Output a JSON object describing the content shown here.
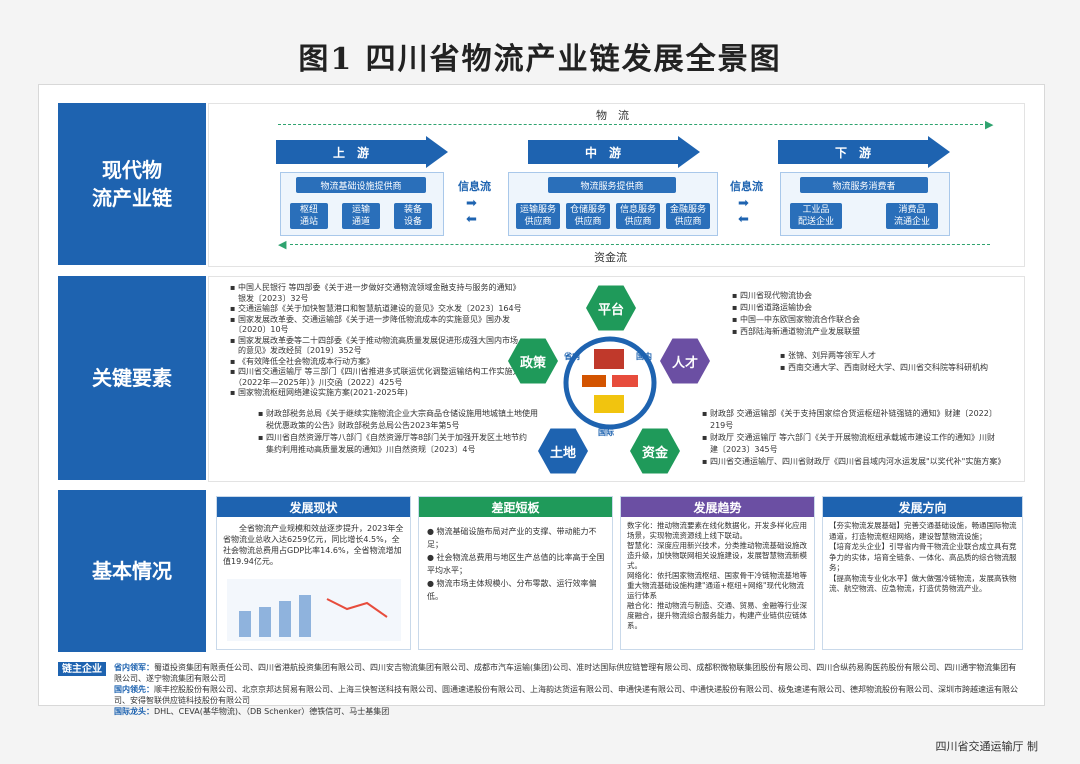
{
  "title": "图1 四川省物流产业链发展全景图",
  "section_labels": {
    "chain": "现代物\n流产业链",
    "factors": "关键要素",
    "basic": "基本情况"
  },
  "flows": {
    "logistics": "物　流",
    "capital": "资金流",
    "info": "信息流"
  },
  "stages": [
    {
      "label": "上　游",
      "header": "物流基础设施提供商",
      "items": [
        "枢纽\n通站",
        "运输\n通道",
        "装备\n设备"
      ]
    },
    {
      "label": "中　游",
      "header": "物流服务提供商",
      "items": [
        "运输服务\n供应商",
        "仓储服务\n供应商",
        "信息服务\n供应商",
        "金融服务\n供应商"
      ]
    },
    {
      "label": "下　游",
      "header": "物流服务消费者",
      "items": [
        "工业品\n配送企业",
        "消费品\n流通企业"
      ]
    }
  ],
  "hex": {
    "platform": "平台",
    "policy": "政策",
    "talent": "人才",
    "land": "土地",
    "capital": "资金"
  },
  "ring": {
    "left": "省内",
    "right": "国内",
    "bottom": "国际"
  },
  "policy_list": [
    "▪ 中国人民银行 等四部委《关于进一步做好交通物流领域金融支持与服务的通知》",
    "　银发〔2023〕32号",
    "▪ 交通运输部《关于加快智慧港口和智慧航道建设的意见》交水发〔2023〕164号",
    "▪ 国家发展改革委、交通运输部《关于进一步降低物流成本的实施意见》国办发",
    "　〔2020〕10号",
    "▪ 国家发展改革委等二十四部委《关于推动物流高质量发展促进形成强大国内市场",
    "　的意见》发改经贸〔2019〕352号",
    "▪ 《有效降低全社会物流成本行动方案》",
    "▪ 四川省交通运输厅 等三部门《四川省推进多式联运优化调整运输结构工作实施方案",
    "　（2022年—2025年）》川交函〔2022〕425号",
    "▪ 国家物流枢纽网络建设实施方案(2021-2025年)"
  ],
  "platform_list": [
    "▪ 四川省现代物流协会",
    "▪ 四川省道路运输协会",
    "▪ 中国—中东欧国家物流合作联合会",
    "▪ 西部陆海新通道物流产业发展联盟"
  ],
  "talent_list": [
    "▪ 张锦、刘异两等领军人才",
    "▪ 西南交通大学、西南财经大学、四川省交科院等科研机构"
  ],
  "land_list": [
    "▪ 财政部税务总局《关于继续实施物流企业大宗商品仓储设施用地城镇土地使用",
    "　税优惠政策的公告》财政部税务总局公告2023年第5号",
    "▪ 四川省自然资源厅等八部门《自然资源厅等8部门关于加强开发区土地节约",
    "　集约利用推动高质量发展的通知》川自然资规〔2023〕4号"
  ],
  "capital_list": [
    "▪ 财政部 交通运输部《关于支持国家综合货运枢纽补链强链的通知》财建〔2022〕",
    "　219号",
    "▪ 财政厅 交通运输厅 等六部门《关于开展物流枢纽承载城市建设工作的通知》川财",
    "　建〔2023〕345号",
    "▪ 四川省交通运输厅、四川省财政厅《四川省县域内河水运发展\"以奖代补\"实施方案》"
  ],
  "cards": [
    {
      "title": "发展现状",
      "text": "　　全省物流产业规模和效益逐步提升，2023年全省物流业总收入达6259亿元，同比增长4.5%，全社会物流总费用占GDP比率14.6%，全省物流增加值19.94亿元。",
      "color": "#1e63b0"
    },
    {
      "title": "差距短板",
      "text": "● 物流基础设施布局对产业的支撑、带动能力不足；\n● 社会物流总费用与地区生产总值的比率高于全国平均水平；\n● 物流市场主体规模小、分布零散、运行效率偏低。",
      "color": "#1f9a5a"
    },
    {
      "title": "发展趋势",
      "text": "数字化：推动物流要素在线化数据化，开发多样化应用场景，实现物流资源线上线下联动。\n智慧化：深度应用新兴技术，分类推动物流基础设施改造升级，加快物联网相关设施建设，发展智慧物流新模式。\n网络化：依托国家物流枢纽、国家骨干冷链物流基地等重大物流基础设施构建\"通道+枢纽+网络\"现代化物流运行体系\n融合化：推动物流与制造、交通、贸易、金融等行业深度融合，提升物流综合服务能力，构建产业链供应链体系。",
      "color": "#6b4fa3"
    },
    {
      "title": "发展方向",
      "text": "【夯实物流发展基础】完善交通基础设施，畅通国际物流通道，打造物流枢纽网络，建设智慧物流设施；\n【培育龙头企业】引导省内骨干物流企业联合成立具有竞争力的实体，培育全链条、一体化、高品质的综合物流服务；\n【提高物流专业化水平】做大做强冷链物流，发展高铁物流、航空物流、应急物流，打造优势物流产业。",
      "color": "#1e63b0"
    }
  ],
  "chain_label": "链主企业",
  "chain_rows": [
    {
      "label": "省内领军：",
      "text": "蜀道投资集团有限责任公司、四川省港航投资集团有限公司、四川安吉物流集团有限公司、成都市汽车运输(集团)公司、准时达国际供应链管理有限公司、成都积微物联集团股份有限公司、四川合纵药易购医药股份有限公司、四川通宇物流集团有限公司、遂宁物流集团有限公司"
    },
    {
      "label": "国内领先：",
      "text": "顺丰控股股份有限公司、北京京邦达贸易有限公司、上海三快智送科技有限公司、圆通速递股份有限公司、上海韵达货运有限公司、申通快递有限公司、中通快递股份有限公司、极兔速递有限公司、德邦物流股份有限公司、深圳市跨越速运有限公司、安得智联供应链科技股份有限公司"
    },
    {
      "label": "国际龙头：",
      "text": "DHL、CEVA(基华物流)、（DB Schenker）德铁信可、马士基集团"
    }
  ],
  "footer": "四川省交通运输厅 制",
  "colors": {
    "blue": "#1e63b0",
    "green": "#2fa36f",
    "purple": "#6b4fa3",
    "teal": "#1f9a5a"
  }
}
